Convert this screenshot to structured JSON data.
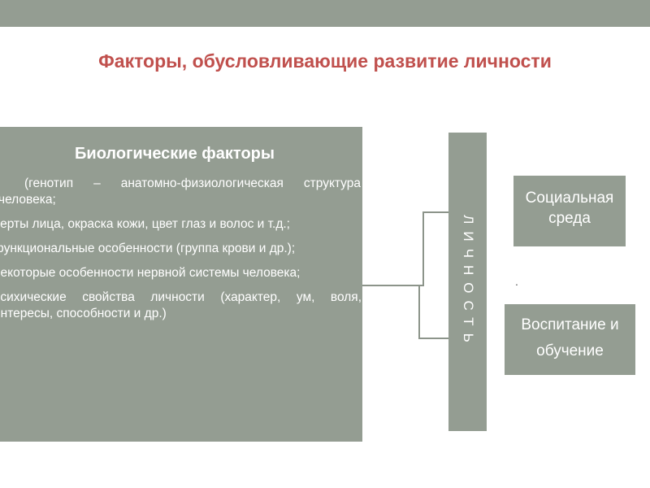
{
  "title": "Факторы, обусловливающие развитие личности",
  "biological": {
    "heading": "Биологические факторы",
    "items": [
      "(генотип – анатомно-физиологическая структура человека;",
      "черты лица, окраска кожи, цвет глаз и волос и т.д.;",
      "функциональные особенности (группа крови и др.);",
      "некоторые особенности нервной системы человека;",
      "психические свойства личности (характер, ум, воля, интересы, способности и др.)"
    ]
  },
  "personality": {
    "label": "ЛИЧНОСТЬ"
  },
  "social": {
    "label": "Социальная среда"
  },
  "education": {
    "label": "Воспитание и обучение"
  },
  "misc": {
    "dot": "."
  },
  "colors": {
    "box_fill": "#949d92",
    "title": "#c0504d",
    "line": "#8c948a"
  }
}
